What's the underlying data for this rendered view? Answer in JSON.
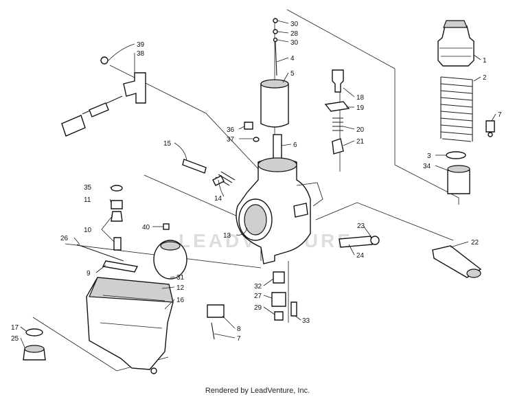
{
  "watermark": "LEADVENTURE",
  "footer": "Rendered by LeadVenture, Inc.",
  "callouts": [
    {
      "id": "c1",
      "label": "1"
    },
    {
      "id": "c2",
      "label": "2"
    },
    {
      "id": "c3",
      "label": "3"
    },
    {
      "id": "c34",
      "label": "34"
    },
    {
      "id": "c7a",
      "label": "7"
    },
    {
      "id": "c30a",
      "label": "30"
    },
    {
      "id": "c28",
      "label": "28"
    },
    {
      "id": "c30b",
      "label": "30"
    },
    {
      "id": "c4",
      "label": "4"
    },
    {
      "id": "c5",
      "label": "5"
    },
    {
      "id": "c18",
      "label": "18"
    },
    {
      "id": "c19",
      "label": "19"
    },
    {
      "id": "c20",
      "label": "20"
    },
    {
      "id": "c21",
      "label": "21"
    },
    {
      "id": "c36",
      "label": "36"
    },
    {
      "id": "c37",
      "label": "37"
    },
    {
      "id": "c6",
      "label": "6"
    },
    {
      "id": "c39",
      "label": "39"
    },
    {
      "id": "c38",
      "label": "38"
    },
    {
      "id": "c15",
      "label": "15"
    },
    {
      "id": "c14",
      "label": "14"
    },
    {
      "id": "c35",
      "label": "35"
    },
    {
      "id": "c11",
      "label": "11"
    },
    {
      "id": "c10",
      "label": "10"
    },
    {
      "id": "c40",
      "label": "40"
    },
    {
      "id": "c13",
      "label": "13"
    },
    {
      "id": "c26",
      "label": "26"
    },
    {
      "id": "c9",
      "label": "9"
    },
    {
      "id": "c31",
      "label": "31"
    },
    {
      "id": "c12",
      "label": "12"
    },
    {
      "id": "c16",
      "label": "16"
    },
    {
      "id": "c23",
      "label": "23"
    },
    {
      "id": "c24",
      "label": "24"
    },
    {
      "id": "c22",
      "label": "22"
    },
    {
      "id": "c32",
      "label": "32"
    },
    {
      "id": "c27",
      "label": "27"
    },
    {
      "id": "c29",
      "label": "29"
    },
    {
      "id": "c33",
      "label": "33"
    },
    {
      "id": "c8",
      "label": "8"
    },
    {
      "id": "c7b",
      "label": "7"
    },
    {
      "id": "c17",
      "label": "17"
    },
    {
      "id": "c25",
      "label": "25"
    }
  ]
}
